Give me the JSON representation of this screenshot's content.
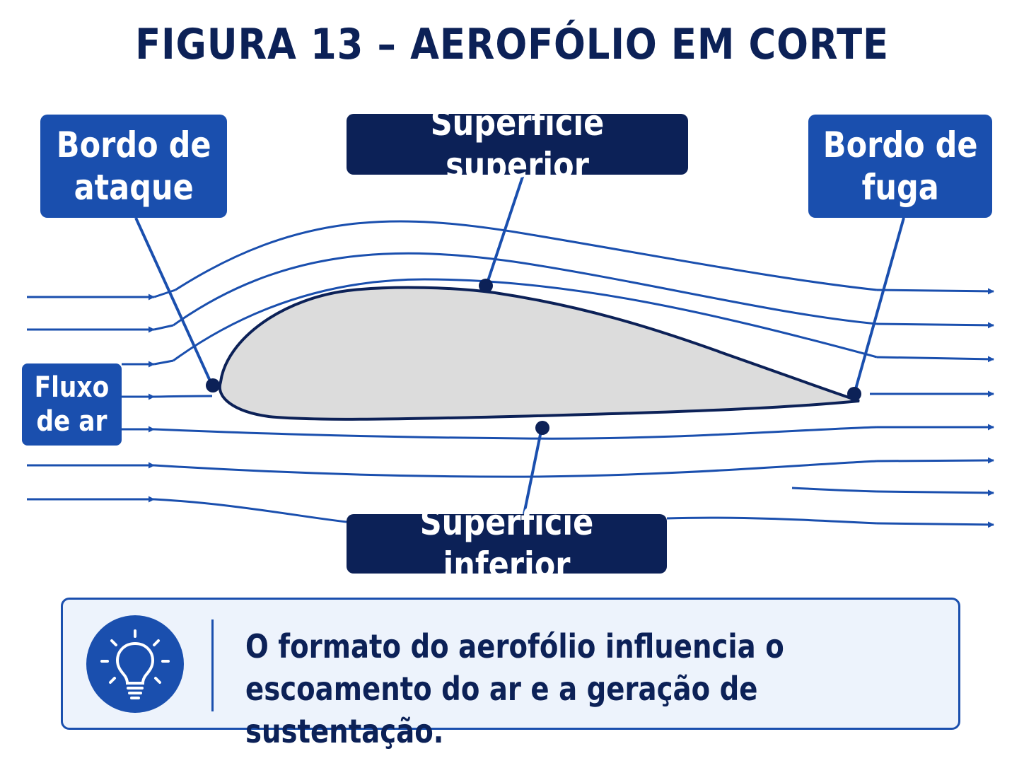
{
  "title": "FIGURA 13 – AEROFÓLIO EM CORTE",
  "labels": {
    "leading_edge": "Bordo de\nataque",
    "upper_surface": "Superfície superior",
    "trailing_edge": "Bordo de\nfuga",
    "lower_surface": "Superfície inferior",
    "airflow": "Fluxo\nde ar"
  },
  "note": {
    "icon": "lightbulb-icon",
    "text": "O formato do aerofólio influencia o\nescoamento do ar e a geração de sustentação."
  },
  "colors": {
    "navy": "#0c2157",
    "blue": "#1a4fae",
    "airfoil_fill": "#dcdcdc",
    "note_bg": "#edf3fc"
  }
}
